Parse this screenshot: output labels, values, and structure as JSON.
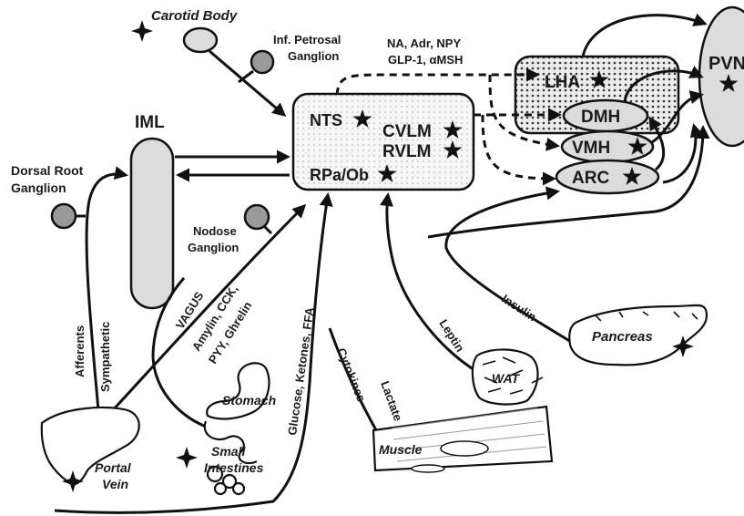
{
  "regions": {
    "nts": "NTS",
    "cvlm": "CVLM",
    "rvlm": "RVLM",
    "rpa_ob": "RPa/Ob",
    "lha": "LHA",
    "dmh": "DMH",
    "vmh": "VMH",
    "arc": "ARC",
    "pvn": "PVN",
    "iml": "IML"
  },
  "ganglia": {
    "carotid_body": "Carotid Body",
    "inf_petrosal_line1": "Inf. Petrosal",
    "inf_petrosal_line2": "Ganglion",
    "dorsal_root_line1": "Dorsal Root",
    "dorsal_root_line2": "Ganglion",
    "nodose_line1": "Nodose",
    "nodose_line2": "Ganglion"
  },
  "signals": {
    "hypothalamic_line1": "NA, Adr, NPY",
    "hypothalamic_line2": "GLP-1, αMSH",
    "vagus": "VAGUS",
    "vagal_hormones_line1": "Amylin, CCK,",
    "vagal_hormones_line2": "PYY, Ghrelin",
    "sympathetic": "Sympathetic",
    "afferents": "Afferents",
    "metabolites": "Glucose, Ketones, FFA",
    "lactate": "Lactate",
    "cytokines": "Cytokines",
    "leptin": "Leptin",
    "insulin": "Insulin"
  },
  "organs": {
    "stomach": "Stomach",
    "small_line1": "Small",
    "small_line2": "Intestines",
    "portal_line1": "Portal",
    "portal_line2": "Vein",
    "muscle": "Muscle",
    "wat": "WAT",
    "pancreas": "Pancreas"
  }
}
